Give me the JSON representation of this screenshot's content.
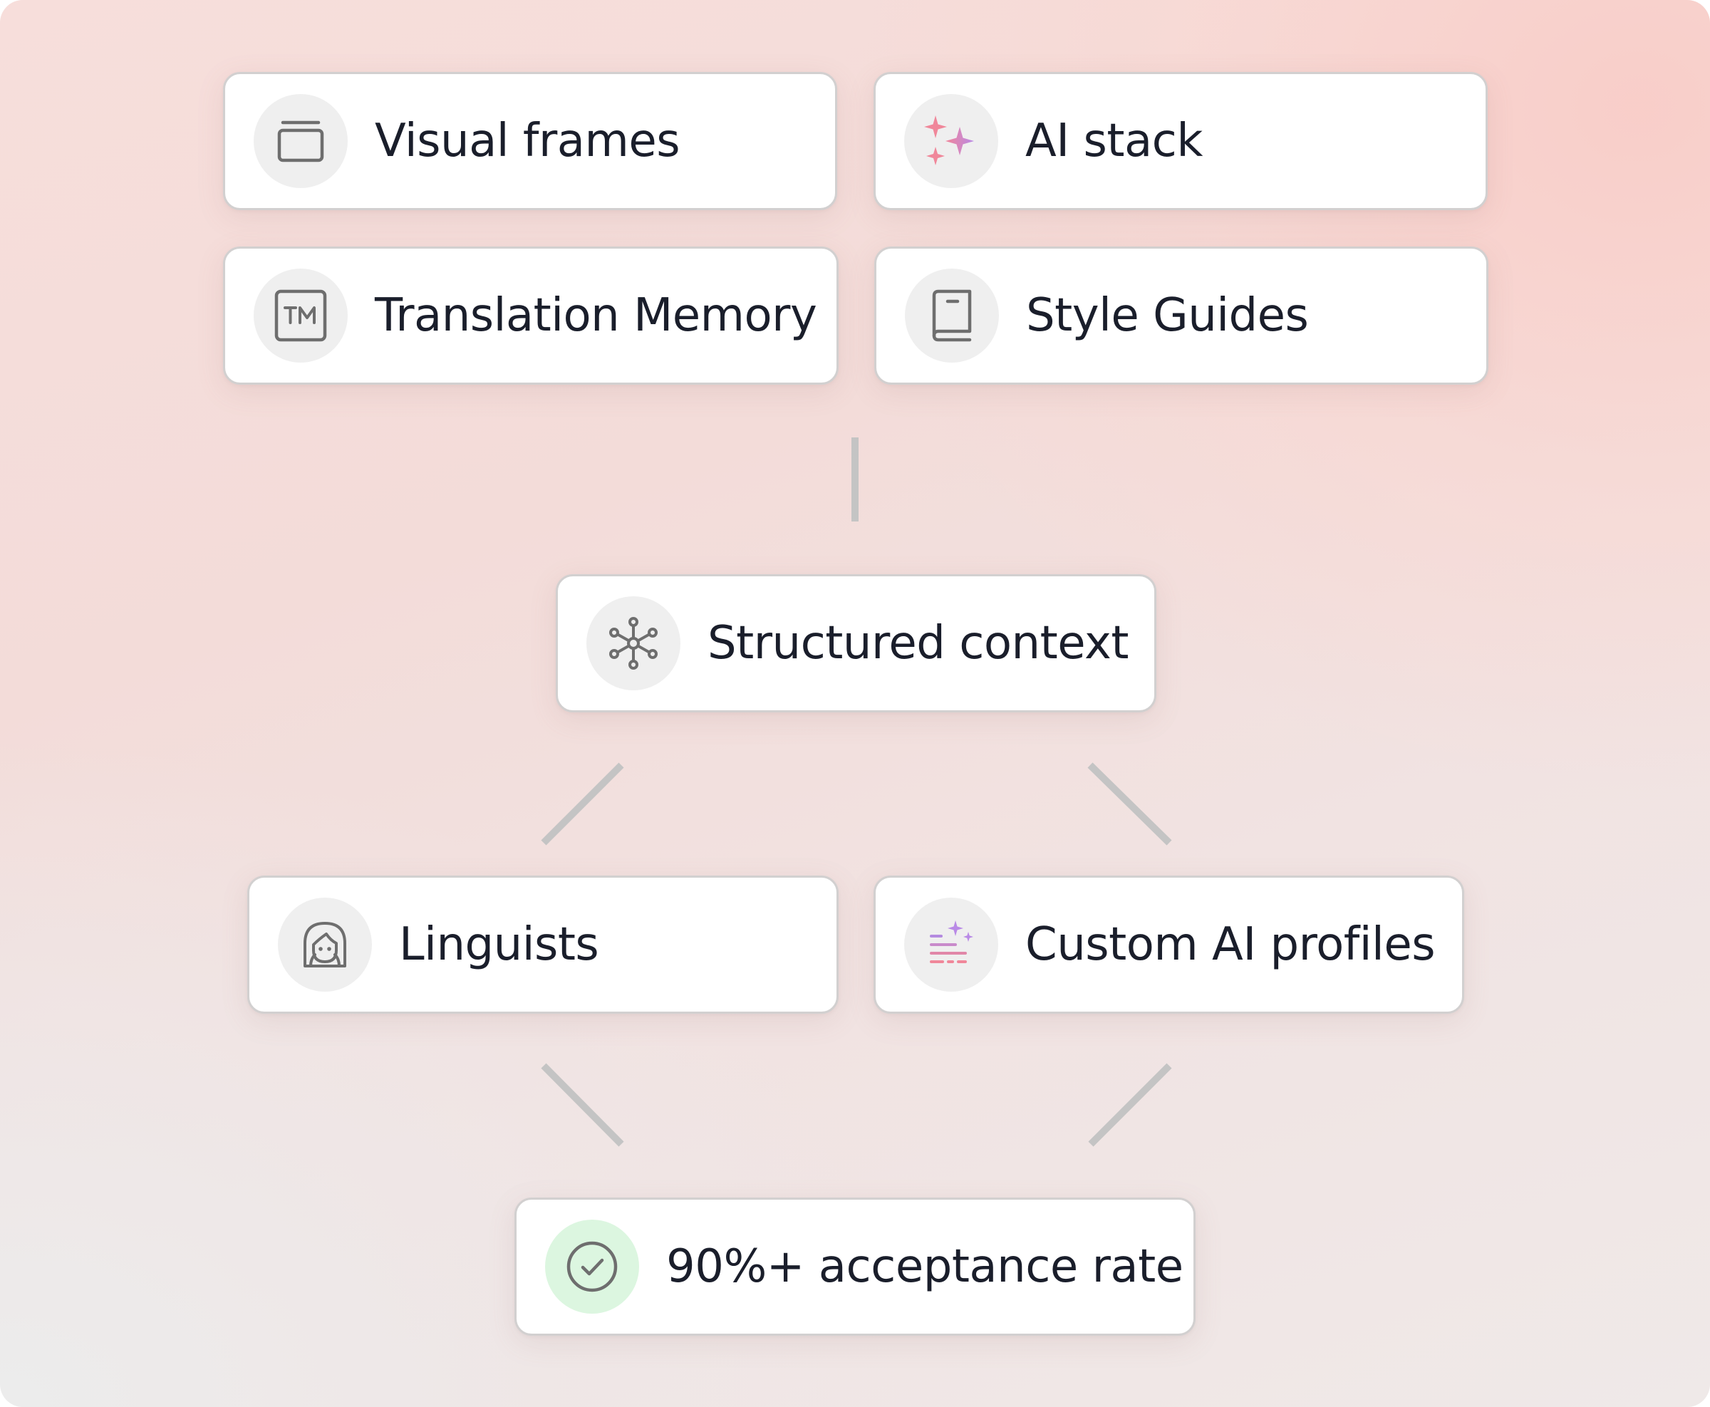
{
  "nodes": {
    "visual_frames": {
      "label": "Visual frames",
      "icon": "frames-icon"
    },
    "ai_stack": {
      "label": "AI stack",
      "icon": "sparkles-icon"
    },
    "translation_memory": {
      "label": "Translation Memory",
      "icon": "tm-icon"
    },
    "style_guides": {
      "label": "Style Guides",
      "icon": "book-icon"
    },
    "structured_context": {
      "label": "Structured context",
      "icon": "network-icon"
    },
    "linguists": {
      "label": "Linguists",
      "icon": "person-icon"
    },
    "custom_ai_profiles": {
      "label": "Custom AI profiles",
      "icon": "ai-lines-icon"
    },
    "acceptance_rate": {
      "label": "90%+ acceptance rate",
      "icon": "check-circle-icon"
    }
  },
  "colors": {
    "node_text": "#1a1e2b",
    "node_border": "#d2d0d0",
    "connector": "#c4c4c4",
    "icon_gray": "#6e6e6e",
    "success_bg": "#dcf6e0",
    "sparkle_pink": "#f0879a",
    "sparkle_purple": "#b98ae6"
  }
}
